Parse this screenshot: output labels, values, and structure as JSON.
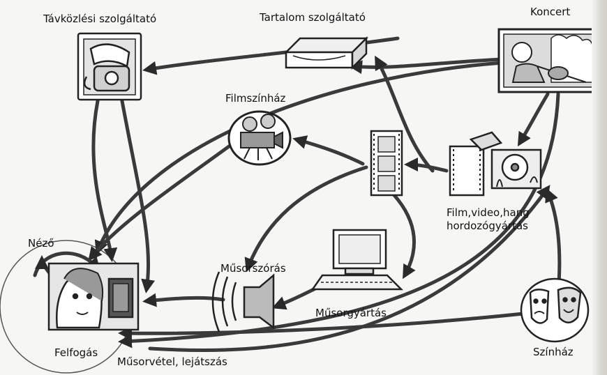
{
  "nodes": {
    "tavkozlesi": "Távközlési szolgáltató",
    "tartalom": "Tartalom szolgáltató",
    "koncert": "Koncert",
    "filmszinhaz": "Filmszínház",
    "film_video": "Film,video,hang hordozógyártás",
    "nezo": "Néző",
    "musorszoras": "Műsorszórás",
    "musorgyartas": "Műsorgyártás",
    "felfogas": "Felfogás",
    "musorvetel": "Műsorvétel, lejátszás",
    "szinhaz": "Színház"
  }
}
